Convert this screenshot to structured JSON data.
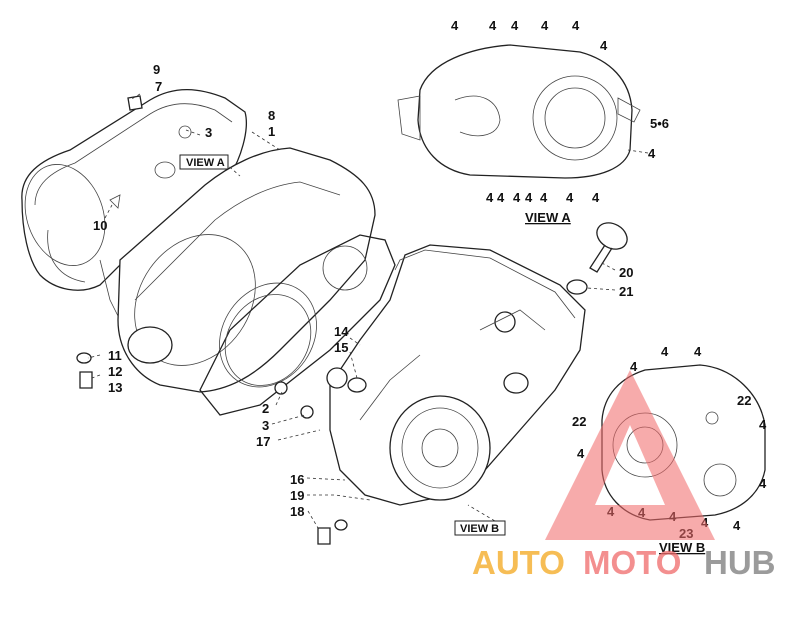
{
  "callouts": {
    "c_9": "9",
    "c_7": "7",
    "c_3a": "3",
    "c_8": "8",
    "c_1": "1",
    "c_10": "10",
    "c_11": "11",
    "c_12": "12",
    "c_13": "13",
    "c_2": "2",
    "c_3b": "3",
    "c_17": "17",
    "c_14": "14",
    "c_15": "15",
    "c_16": "16",
    "c_19": "19",
    "c_18": "18",
    "c_20": "20",
    "c_21": "21",
    "c_56": "5•6",
    "c_22a": "22",
    "c_22b": "22",
    "c_23": "23",
    "four": "4"
  },
  "labels": {
    "view_a_tag": "VIEW A",
    "view_b_tag": "VIEW B",
    "view_a_title": "VIEW A",
    "view_b_title": "VIEW B"
  },
  "watermark": {
    "part1": "AUTO",
    "part2": "MOTO",
    "part3": "HUB",
    "color_red": "#e8212a",
    "color_orange": "#f4a81d",
    "color_gray": "#6b6b6b"
  }
}
